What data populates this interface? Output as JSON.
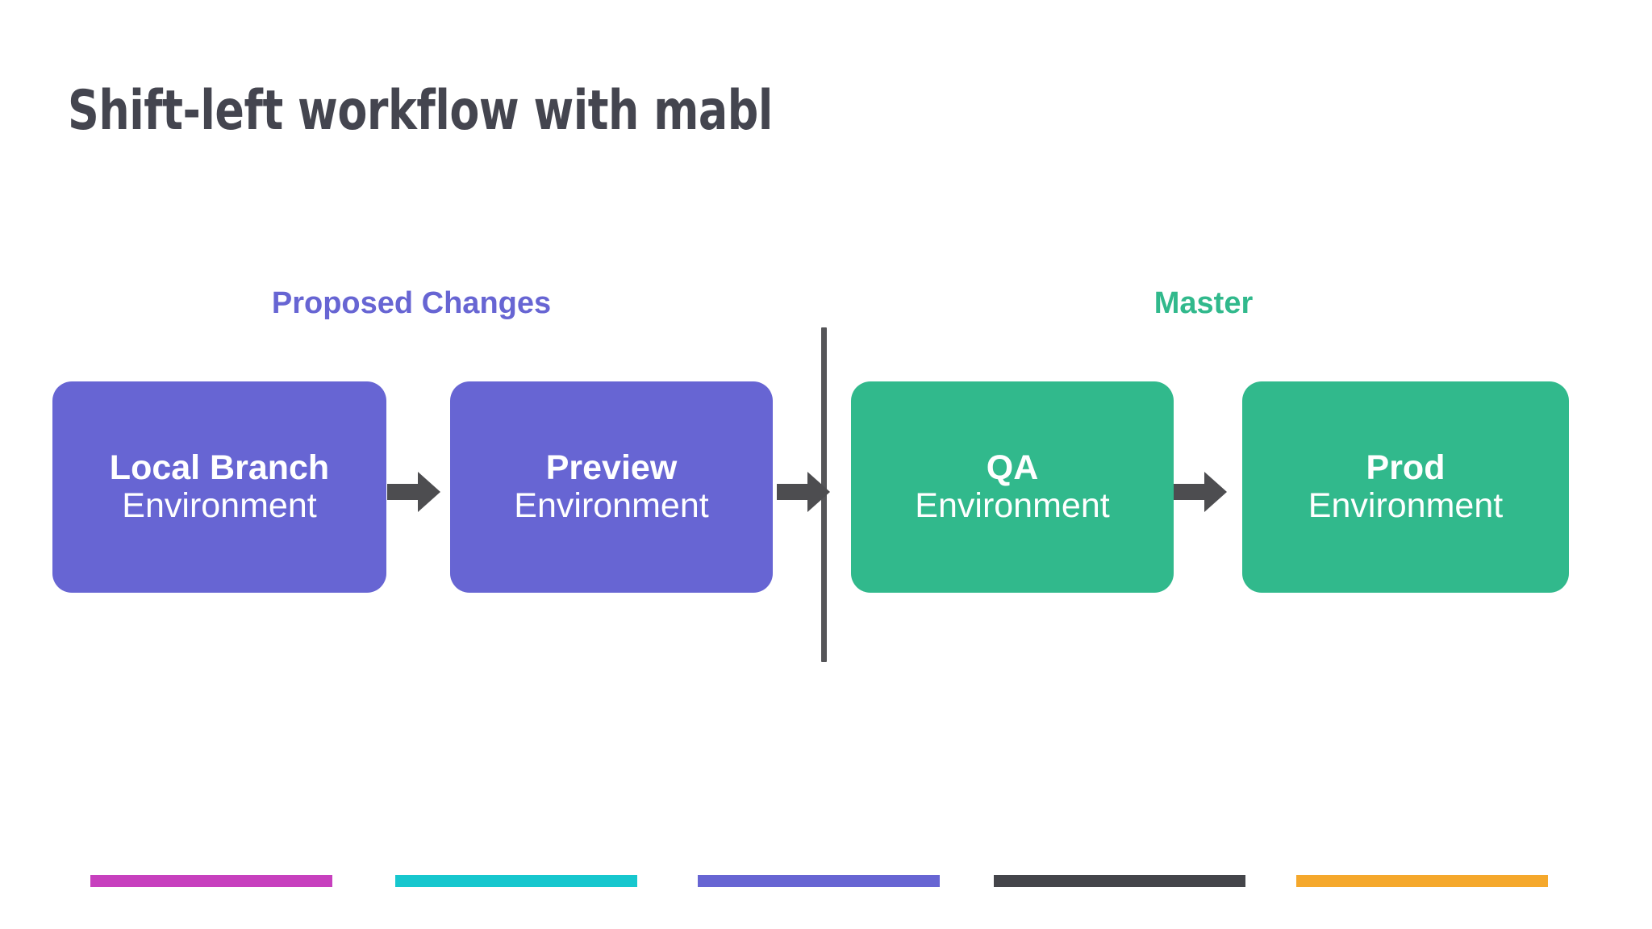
{
  "slide": {
    "title": "Shift-left workflow with mabl",
    "background_color": "#ffffff"
  },
  "groups": [
    {
      "label": "Proposed Changes",
      "color": "#6765d3"
    },
    {
      "label": "Master",
      "color": "#31b98c"
    }
  ],
  "divider": {
    "name": "stage-divider",
    "color": "#555558"
  },
  "stages": [
    {
      "title": "Local Branch",
      "subtitle": "Environment",
      "color": "#6765d3",
      "group": "Proposed Changes"
    },
    {
      "title": "Preview",
      "subtitle": "Environment",
      "color": "#6765d3",
      "group": "Proposed Changes"
    },
    {
      "title": "QA",
      "subtitle": "Environment",
      "color": "#31b98c",
      "group": "Master"
    },
    {
      "title": "Prod",
      "subtitle": "Environment",
      "color": "#31b98c",
      "group": "Master"
    }
  ],
  "arrows": [
    {
      "icon": "arrow-right-icon",
      "color": "#4d4d50",
      "from": "Local Branch",
      "to": "Preview"
    },
    {
      "icon": "arrow-right-icon",
      "color": "#4d4d50",
      "from": "Preview",
      "to": "QA"
    },
    {
      "icon": "arrow-right-icon",
      "color": "#4d4d50",
      "from": "QA",
      "to": "Prod"
    }
  ],
  "accent_bars": [
    {
      "color": "#c740be"
    },
    {
      "color": "#17c7ce"
    },
    {
      "color": "#6765d3"
    },
    {
      "color": "#44454a"
    },
    {
      "color": "#f5a82c"
    }
  ]
}
